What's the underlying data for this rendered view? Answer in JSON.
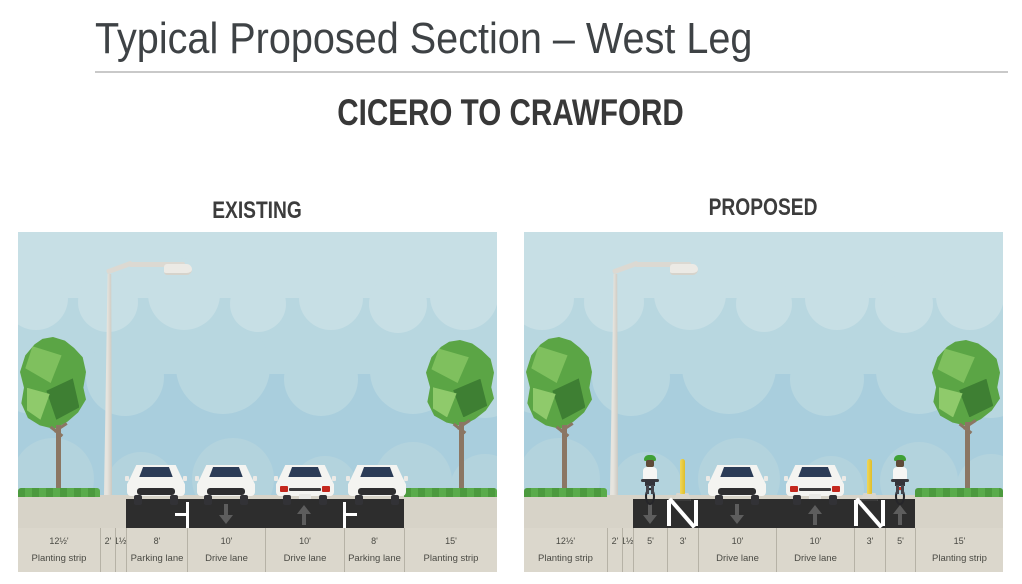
{
  "slide": {
    "title": "Typical Proposed Section – West Leg",
    "subtitle": "CICERO TO CRAWFORD"
  },
  "panels": {
    "existing": {
      "heading": "EXISTING",
      "segments": [
        {
          "dim": "12½'",
          "label": "Planting strip"
        },
        {
          "dim": "2'",
          "label": ""
        },
        {
          "dim": "1½'",
          "label": ""
        },
        {
          "dim": "8'",
          "label": "Parking lane"
        },
        {
          "dim": "10'",
          "label": "Drive lane"
        },
        {
          "dim": "10'",
          "label": "Drive lane"
        },
        {
          "dim": "8'",
          "label": "Parking lane"
        },
        {
          "dim": "15'",
          "label": "Planting strip"
        }
      ]
    },
    "proposed": {
      "heading": "PROPOSED",
      "segments": [
        {
          "dim": "12½'",
          "label": "Planting strip"
        },
        {
          "dim": "2'",
          "label": ""
        },
        {
          "dim": "1½'",
          "label": ""
        },
        {
          "dim": "5'",
          "label": ""
        },
        {
          "dim": "3'",
          "label": ""
        },
        {
          "dim": "10'",
          "label": "Drive lane"
        },
        {
          "dim": "10'",
          "label": "Drive lane"
        },
        {
          "dim": "3'",
          "label": ""
        },
        {
          "dim": "5'",
          "label": ""
        },
        {
          "dim": "15'",
          "label": "Planting strip"
        }
      ]
    }
  },
  "icons": {
    "streetlight": "streetlight-icon",
    "tree": "tree-icon",
    "car_front": "car-front-icon",
    "car_rear": "car-rear-icon",
    "cyclist": "cyclist-icon",
    "flex_post": "flex-post-icon",
    "buffer_crosshatch": "crosshatch-buffer-icon",
    "lane_arrow": "lane-direction-arrow-icon"
  },
  "colors": {
    "sky": "#a9cedd",
    "cloud_light": "#c7dfe5",
    "road": "#2d2d2d",
    "ground": "#d7d3c8",
    "grass": "#4c9a3e",
    "marking_white": "#ffffff",
    "bollard_yellow": "#e7c934",
    "helmet_green": "#3fa035",
    "taillight_red": "#c4271d",
    "heading_text": "#3c3c3c"
  }
}
